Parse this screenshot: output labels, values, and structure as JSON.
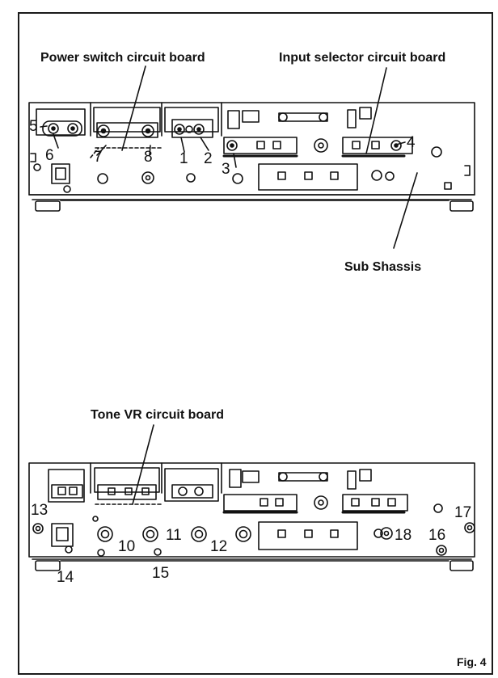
{
  "top_view": {
    "labels": {
      "power_switch": "Power switch circuit board",
      "input_selector": "Input selector circuit board",
      "sub_chassis": "Sub Shassis"
    },
    "callouts": [
      "5",
      "6",
      "7",
      "8",
      "1",
      "2",
      "3",
      "4"
    ]
  },
  "bottom_view": {
    "labels": {
      "tone_vr": "Tone VR circuit board"
    },
    "callouts": [
      "13",
      "14",
      "10",
      "15",
      "11",
      "12",
      "18",
      "16",
      "17"
    ]
  },
  "figure_label": "Fig. 4"
}
